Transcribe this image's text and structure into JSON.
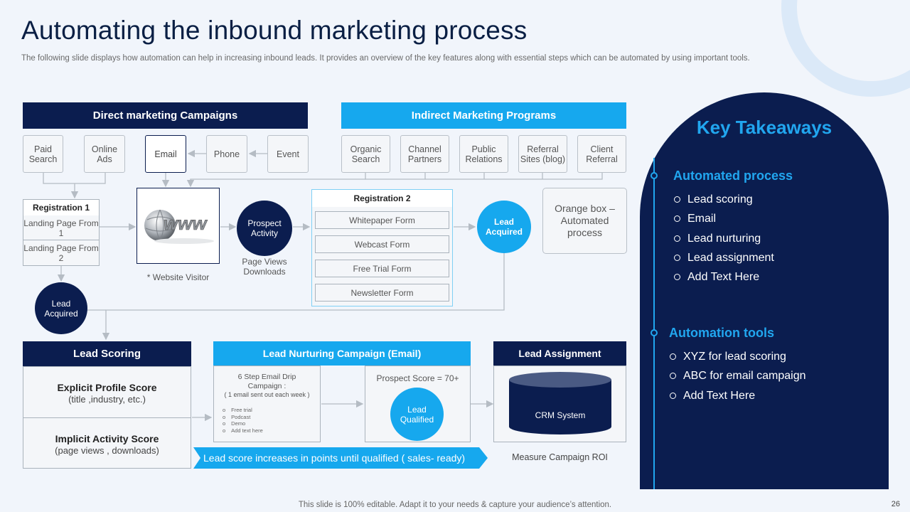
{
  "title": "Automating the inbound marketing process",
  "subtitle": "The following slide displays how automation can help in increasing inbound leads. It provides an overview of the key features along with essential steps which can be automated  by using important tools.",
  "direct": {
    "header": "Direct marketing Campaigns",
    "sources": [
      "Paid Search",
      "Online Ads",
      "Email",
      "Phone",
      "Event"
    ]
  },
  "indirect": {
    "header": "Indirect Marketing Programs",
    "sources": [
      "Organic Search",
      "Channel Partners",
      "Public Relations",
      "Referral Sites (blog)",
      "Client Referral"
    ]
  },
  "registration1": {
    "label": "Registration 1",
    "pages": [
      "Landing Page From 1",
      "Landing Page From 2"
    ]
  },
  "website": {
    "label": "* Website Visitor"
  },
  "prospect": {
    "label": "Prospect Activity",
    "caption": "Page Views Downloads"
  },
  "registration2": {
    "label": "Registration 2",
    "forms": [
      "Whitepaper Form",
      "Webcast Form",
      "Free Trial Form",
      "Newsletter Form"
    ]
  },
  "lead_acquired_right": "Lead Acquired",
  "orange_box": "Orange box – Automated process",
  "lead_acquired_left": "Lead Acquired",
  "lead_scoring": {
    "header": "Lead Scoring",
    "explicit_title": "Explicit Profile Score",
    "explicit_sub": "(title ,industry, etc.)",
    "implicit_title": "Implicit Activity  Score",
    "implicit_sub": "(page views  , downloads)"
  },
  "nurturing": {
    "header": "Lead Nurturing Campaign (Email)",
    "drip_title": "6 Step Email  Drip Campaign  :",
    "drip_sub": "( 1 email sent out each week )",
    "drip_items": [
      "Free trial",
      "Podcast",
      "Demo",
      "Add text here"
    ],
    "prospect_score": "Prospect Score = 70+",
    "lead_qualified": "Lead Qualified",
    "arrow_text": "Lead score increases in points until qualified  ( sales- ready)"
  },
  "assignment": {
    "header": "Lead Assignment",
    "crm": "CRM System",
    "roi": "Measure Campaign ROI"
  },
  "takeaways": {
    "title": "Key Takeaways",
    "section1": "Automated process",
    "items1": [
      "Lead scoring",
      "Email",
      "Lead nurturing",
      "Lead assignment",
      "Add Text Here"
    ],
    "section2": "Automation tools",
    "items2": [
      "XYZ  for lead scoring",
      "ABC for  email campaign",
      "Add Text Here"
    ]
  },
  "footer": "This slide is 100% editable. Adapt it to your needs & capture your audience’s attention.",
  "page_number": "26",
  "colors": {
    "dark_navy": "#0b1d4f",
    "cyan": "#16a8ee",
    "light_blue": "#21a6ef"
  }
}
